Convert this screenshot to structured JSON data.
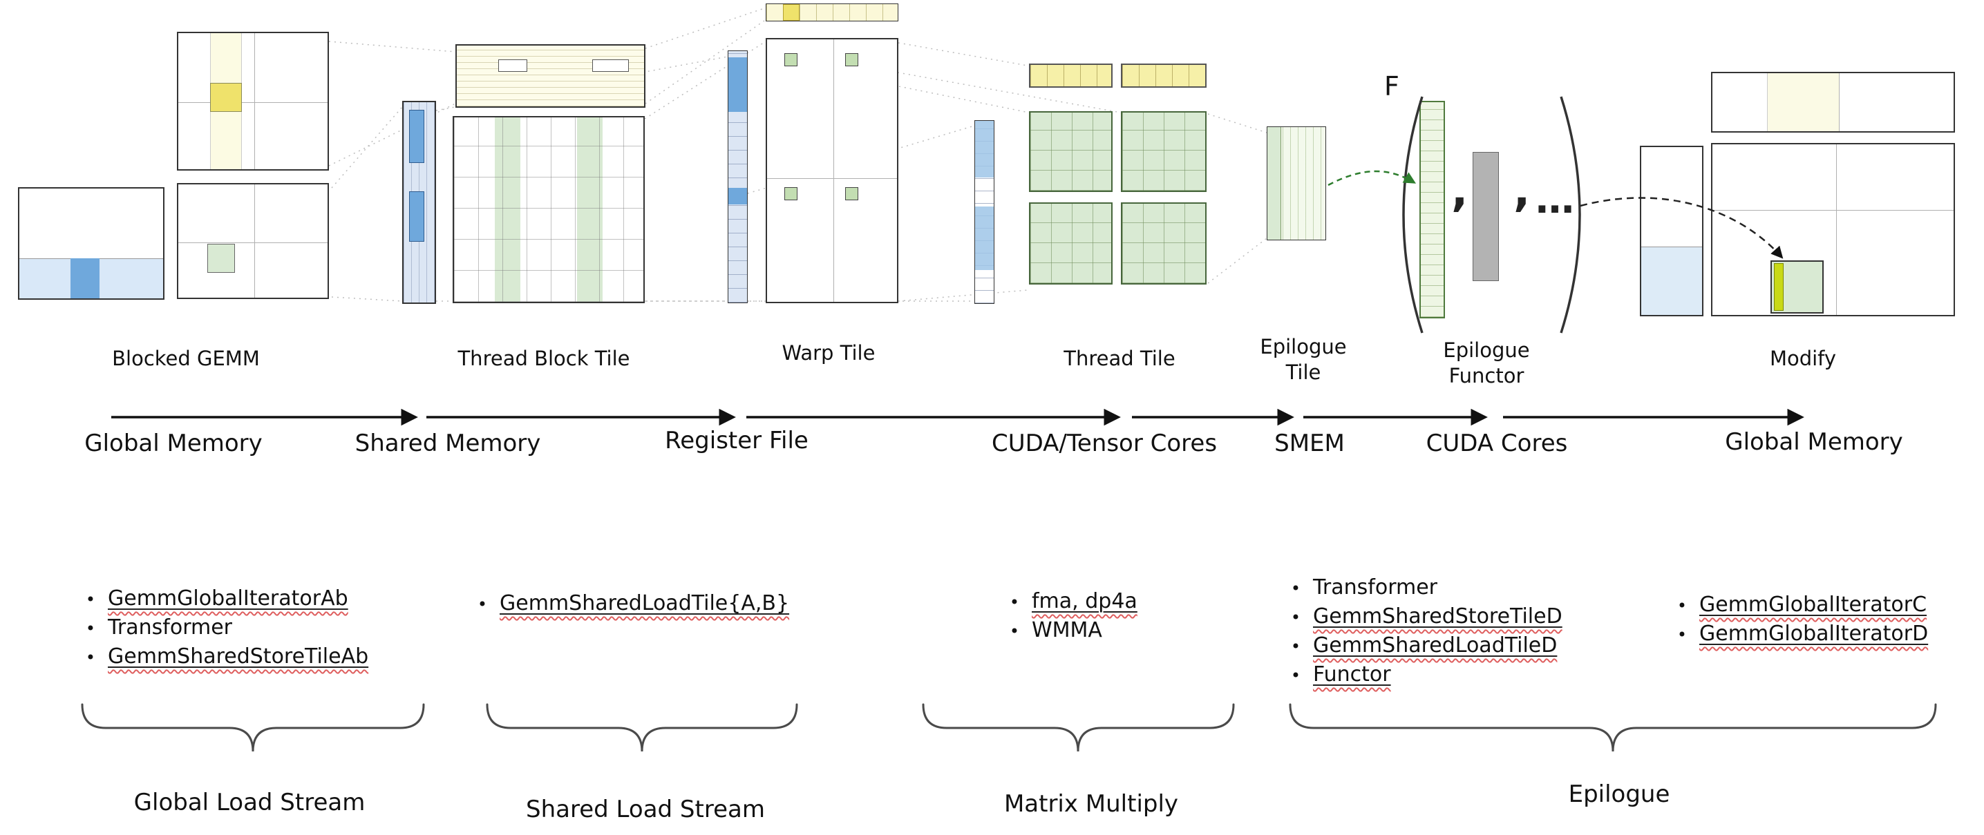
{
  "bullet": "•",
  "stages": {
    "blocked_gemm": {
      "label": "Blocked GEMM"
    },
    "thread_block_tile": {
      "label": "Thread Block Tile"
    },
    "warp_tile": {
      "label": "Warp Tile"
    },
    "thread_tile": {
      "label": "Thread Tile"
    },
    "epilogue_tile": {
      "label_line1": "Epilogue",
      "label_line2": "Tile"
    },
    "epilogue_functor": {
      "f": "F",
      "comma1": ",",
      "comma2": ",",
      "ellipsis": "…",
      "label_line1": "Epilogue",
      "label_line2": "Functor"
    },
    "modify": {
      "label": "Modify"
    }
  },
  "memory_flow": {
    "labels": [
      "Global Memory",
      "Shared Memory",
      "Register File",
      "CUDA/Tensor Cores",
      "SMEM",
      "CUDA Cores",
      "Global Memory"
    ]
  },
  "component_lists": {
    "global_load": {
      "items": [
        {
          "text": "GemmGlobalIteratorAb",
          "underlined": true
        },
        {
          "text": "Transformer",
          "underlined": false
        },
        {
          "text": "GemmSharedStoreTileAb",
          "underlined": true
        }
      ]
    },
    "shared_load": {
      "items": [
        {
          "text": "GemmSharedLoadTile{A,B}",
          "underlined": true
        }
      ]
    },
    "matrix_multiply": {
      "items": [
        {
          "text": "fma, dp4a",
          "underlined": true
        },
        {
          "text": "WMMA",
          "underlined": false
        }
      ]
    },
    "epilogue_main": {
      "items": [
        {
          "text": "Transformer",
          "underlined": false
        },
        {
          "text": "GemmSharedStoreTileD",
          "underlined": true
        },
        {
          "text": "GemmSharedLoadTileD",
          "underlined": true
        },
        {
          "text": "Functor",
          "underlined": true
        }
      ]
    },
    "epilogue_global": {
      "items": [
        {
          "text": "GemmGlobalIteratorC",
          "underlined": true
        },
        {
          "text": "GemmGlobalIteratorD",
          "underlined": true
        }
      ]
    }
  },
  "group_braces": {
    "labels": [
      "Global Load Stream",
      "Shared Load Stream",
      "Matrix Multiply",
      "Epilogue"
    ]
  },
  "colors": {
    "light_blue_fill": "#d9e8f8",
    "blue_accent": "#6fa8dc",
    "pale_yellow_fill": "#fcfbe3",
    "yellow_accent": "#efe26b",
    "light_green_fill": "#d9ead3",
    "gray_fill": "#b3b3b3",
    "lime_accent": "#c9d916",
    "green_arrow": "#2d7d2d"
  }
}
